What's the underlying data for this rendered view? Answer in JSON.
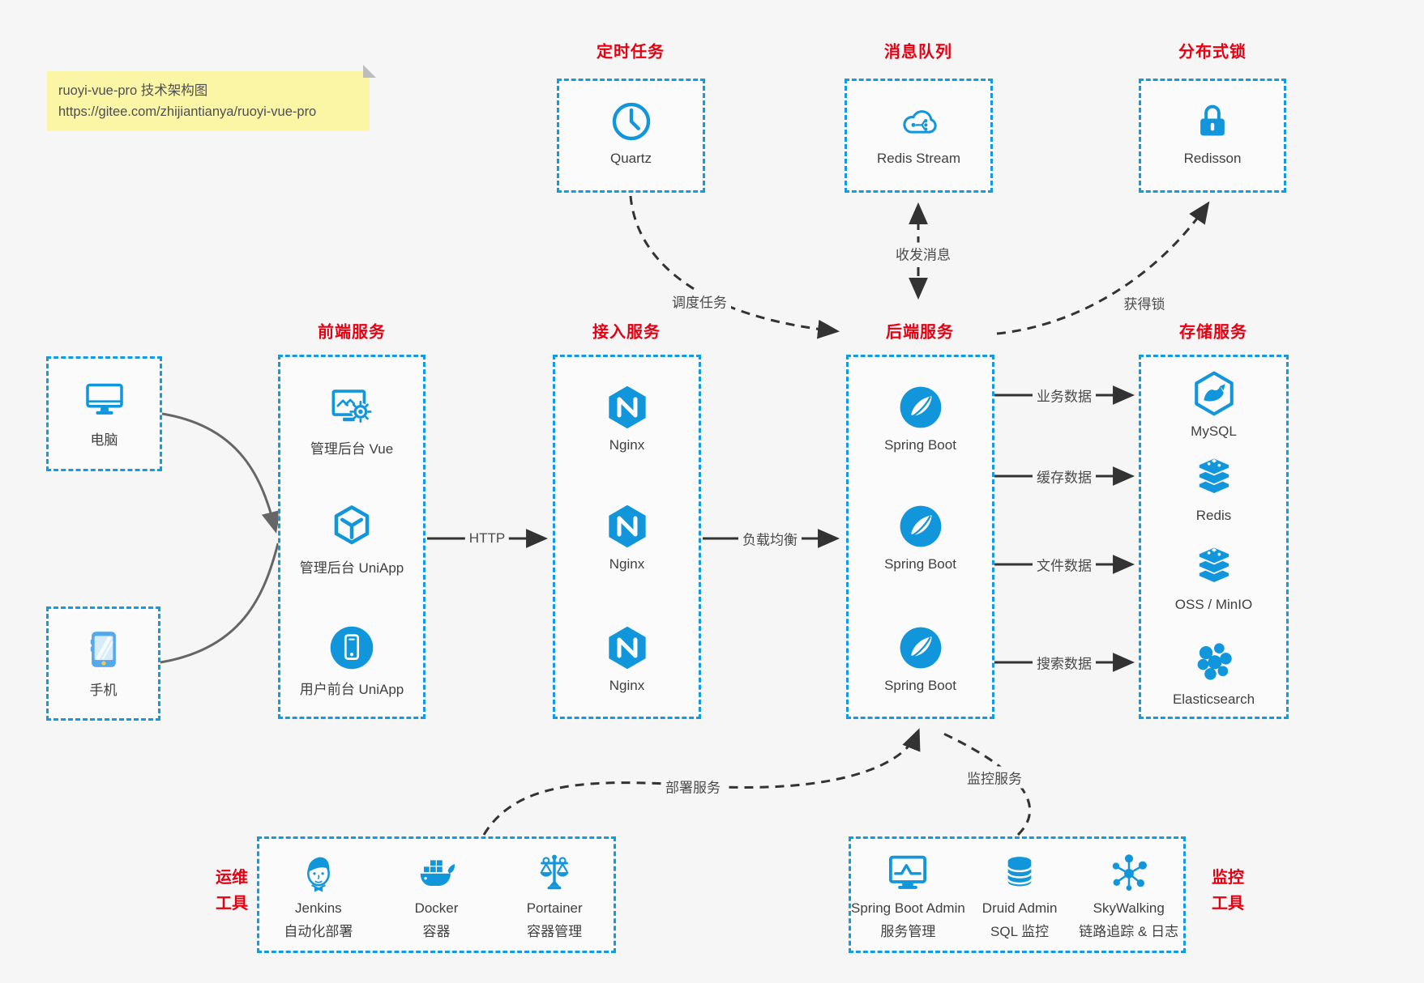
{
  "note": {
    "line1": "ruoyi-vue-pro 技术架构图",
    "line2": "https://gitee.com/zhijiantianya/ruoyi-vue-pro"
  },
  "top_groups": [
    {
      "title": "定时任务",
      "item": {
        "label": "Quartz",
        "icon": "clock-icon"
      }
    },
    {
      "title": "消息队列",
      "item": {
        "label": "Redis Stream",
        "icon": "cloud-mq-icon"
      }
    },
    {
      "title": "分布式锁",
      "item": {
        "label": "Redisson",
        "icon": "lock-icon"
      }
    }
  ],
  "clients": [
    {
      "label": "电脑",
      "icon": "desktop-icon"
    },
    {
      "label": "手机",
      "icon": "phone-icon"
    }
  ],
  "columns": {
    "frontend": {
      "title": "前端服务",
      "items": [
        {
          "label": "管理后台 Vue"
        },
        {
          "label": "管理后台 UniApp"
        },
        {
          "label": "用户前台 UniApp"
        }
      ]
    },
    "access": {
      "title": "接入服务",
      "items": [
        {
          "label": "Nginx"
        },
        {
          "label": "Nginx"
        },
        {
          "label": "Nginx"
        }
      ]
    },
    "backend": {
      "title": "后端服务",
      "items": [
        {
          "label": "Spring Boot"
        },
        {
          "label": "Spring Boot"
        },
        {
          "label": "Spring Boot"
        }
      ]
    },
    "storage": {
      "title": "存储服务",
      "items": [
        {
          "label": "MySQL"
        },
        {
          "label": "Redis"
        },
        {
          "label": "OSS / MinIO"
        },
        {
          "label": "Elasticsearch"
        }
      ]
    }
  },
  "ops_tools": {
    "title_line1": "运维",
    "title_line2": "工具",
    "items": [
      {
        "name": "Jenkins",
        "desc": "自动化部署"
      },
      {
        "name": "Docker",
        "desc": "容器"
      },
      {
        "name": "Portainer",
        "desc": "容器管理"
      }
    ]
  },
  "monitor_tools": {
    "title_line1": "监控",
    "title_line2": "工具",
    "items": [
      {
        "name": "Spring Boot Admin",
        "desc": "服务管理"
      },
      {
        "name": "Druid Admin",
        "desc": "SQL 监控"
      },
      {
        "name": "SkyWalking",
        "desc": "链路追踪 & 日志"
      }
    ]
  },
  "edges": {
    "http": "HTTP",
    "load_balance": "负载均衡",
    "business_data": "业务数据",
    "cache_data": "缓存数据",
    "file_data": "文件数据",
    "search_data": "搜索数据",
    "schedule_task": "调度任务",
    "send_receive_message": "收发消息",
    "acquire_lock": "获得锁",
    "deploy_service": "部署服务",
    "monitor_service": "监控服务"
  },
  "colors": {
    "accent_blue": "#1296db",
    "border_blue": "#129be4",
    "title_red": "#e60012",
    "arrow_dark": "#333333",
    "arrow_gray": "#666666",
    "note_bg": "#fbf5a6",
    "background": "#f6f6f7",
    "text": "#404040"
  }
}
